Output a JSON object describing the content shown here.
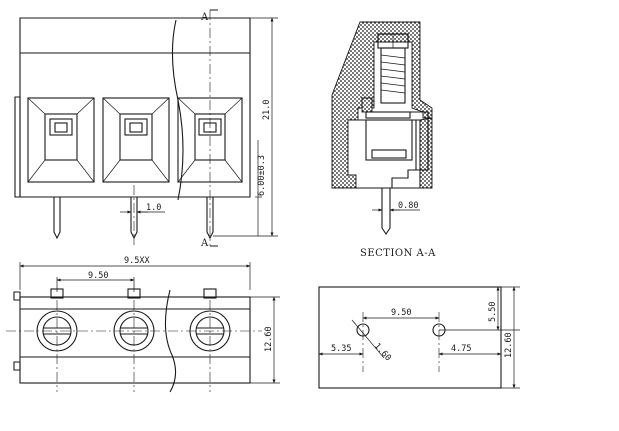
{
  "front_view": {
    "dims": {
      "height_total": "21.0",
      "pin_offset": "6.00±0.3",
      "pin_width": "1.0"
    }
  },
  "section_view": {
    "section_mark_top": "A",
    "section_mark_bottom": "A",
    "caption": "SECTION A-A",
    "dims": {
      "pin_thickness": "0.80"
    }
  },
  "top_view": {
    "dims": {
      "overall_length": "9.5XX",
      "pitch": "9.50",
      "depth": "12.60"
    }
  },
  "pcb_layout": {
    "dims": {
      "pitch": "9.50",
      "hole_dia": "1.60",
      "left_margin": "5.35",
      "right_margin": "4.75",
      "hole_row_offset": "5.50",
      "depth": "12.60"
    }
  }
}
